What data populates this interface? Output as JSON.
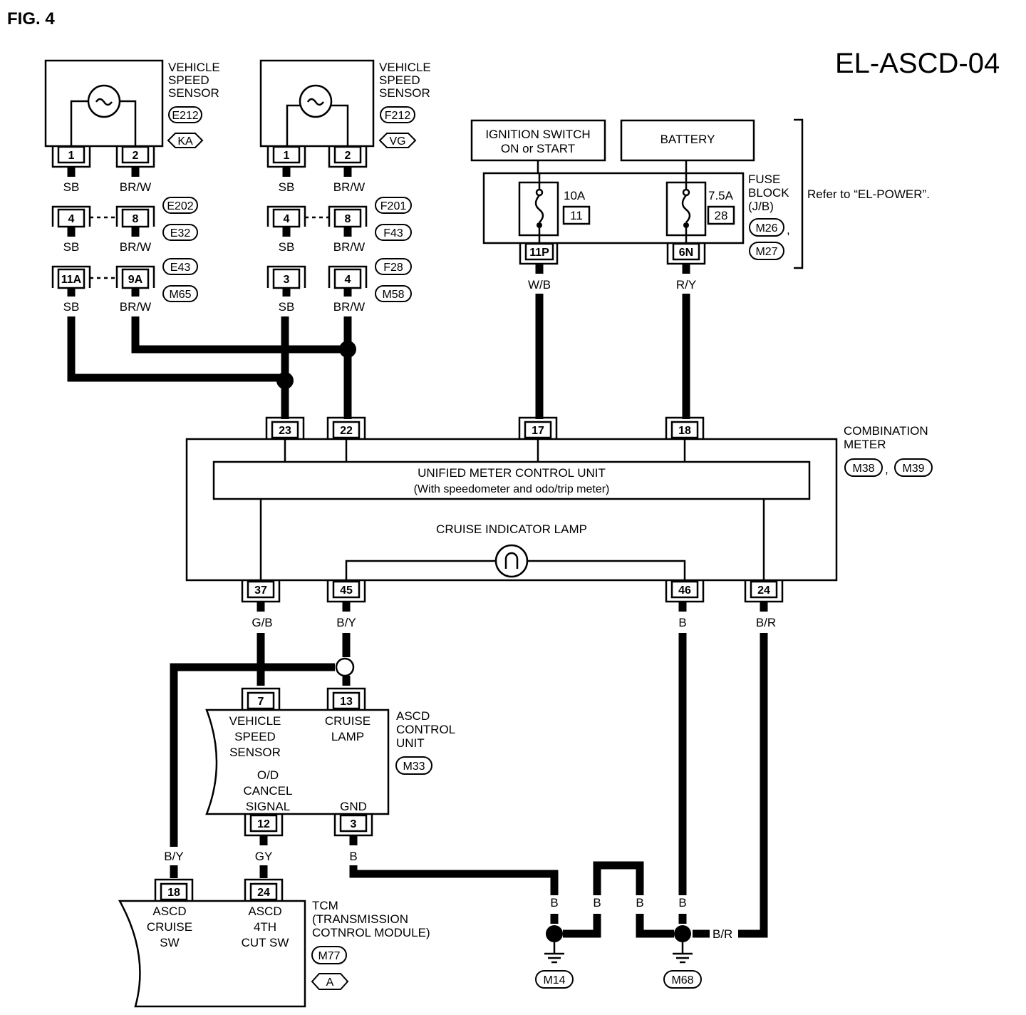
{
  "fig_label": "FIG. 4",
  "diagram_id": "EL-ASCD-04",
  "sensor_left": {
    "lines": [
      "VEHICLE",
      "SPEED",
      "SENSOR"
    ],
    "connector": "E212",
    "hex": "KA",
    "pins": [
      "1",
      "2"
    ],
    "wires": [
      "SB",
      "BR/W"
    ],
    "joint1": {
      "pins": [
        "4",
        "8"
      ],
      "conns": [
        "E202",
        "E32"
      ]
    },
    "wires2": [
      "SB",
      "BR/W"
    ],
    "joint2": {
      "pins": [
        "11A",
        "9A"
      ],
      "conns": [
        "E43",
        "M65"
      ]
    },
    "wires3": [
      "SB",
      "BR/W"
    ]
  },
  "sensor_right": {
    "lines": [
      "VEHICLE",
      "SPEED",
      "SENSOR"
    ],
    "connector": "F212",
    "hex": "VG",
    "pins": [
      "1",
      "2"
    ],
    "wires": [
      "SB",
      "BR/W"
    ],
    "joint1": {
      "pins": [
        "4",
        "8"
      ],
      "conns": [
        "F201",
        "F43"
      ]
    },
    "wires2": [
      "SB",
      "BR/W"
    ],
    "joint2": {
      "pins": [
        "3",
        "4"
      ],
      "conns": [
        "F28",
        "M58"
      ]
    },
    "wires3": [
      "SB",
      "BR/W"
    ]
  },
  "ignition": {
    "line1": "IGNITION SWITCH",
    "line2": "ON or START"
  },
  "battery": {
    "label": "BATTERY"
  },
  "fuse_block": {
    "lines": [
      "FUSE",
      "BLOCK",
      "(J/B)"
    ],
    "conn1": "M26",
    "conn2": "M27",
    "comma": ",",
    "refer": "Refer to “EL-POWER”.",
    "fuse1": {
      "rating": "10A",
      "number": "11",
      "pin": "11P",
      "wire": "W/B"
    },
    "fuse2": {
      "rating": "7.5A",
      "number": "28",
      "pin": "6N",
      "wire": "R/Y"
    }
  },
  "combination_meter": {
    "lines": [
      "COMBINATION",
      "METER"
    ],
    "conn1": "M38",
    "comma": ",",
    "conn2": "M39",
    "top_pins": [
      "23",
      "22",
      "17",
      "18"
    ],
    "bottom_pins": [
      "37",
      "45",
      "46",
      "24"
    ],
    "bottom_wires": [
      "G/B",
      "B/Y",
      "B",
      "B/R"
    ],
    "unit_line1": "UNIFIED METER CONTROL UNIT",
    "unit_line2": "(With speedometer and odo/trip meter)",
    "lamp_label": "CRUISE INDICATOR LAMP"
  },
  "ascd": {
    "lines": [
      "ASCD",
      "CONTROL",
      "UNIT"
    ],
    "conn": "M33",
    "pin_7": "7",
    "pin_13": "13",
    "pin_12": "12",
    "pin_3": "3",
    "vss_lines": [
      "VEHICLE",
      "SPEED",
      "SENSOR"
    ],
    "cruise_lines": [
      "CRUISE",
      "LAMP"
    ],
    "od_lines": [
      "O/D",
      "CANCEL",
      "SIGNAL"
    ],
    "gnd": "GND",
    "wire_12": "GY",
    "wire_3": "B",
    "wire_left": "B/Y"
  },
  "tcm": {
    "lines": [
      "TCM",
      "(TRANSMISSION",
      "COTNROL MODULE)"
    ],
    "conn": "M77",
    "hex": "A",
    "pin_18": "18",
    "pin_24": "24",
    "sw1": [
      "ASCD",
      "CRUISE",
      "SW"
    ],
    "sw2": [
      "ASCD",
      "4TH",
      "CUT SW"
    ]
  },
  "ground": {
    "wires": [
      "B",
      "B",
      "B",
      "B"
    ],
    "br_label": "B/R",
    "g1": "M14",
    "g2": "M68"
  }
}
